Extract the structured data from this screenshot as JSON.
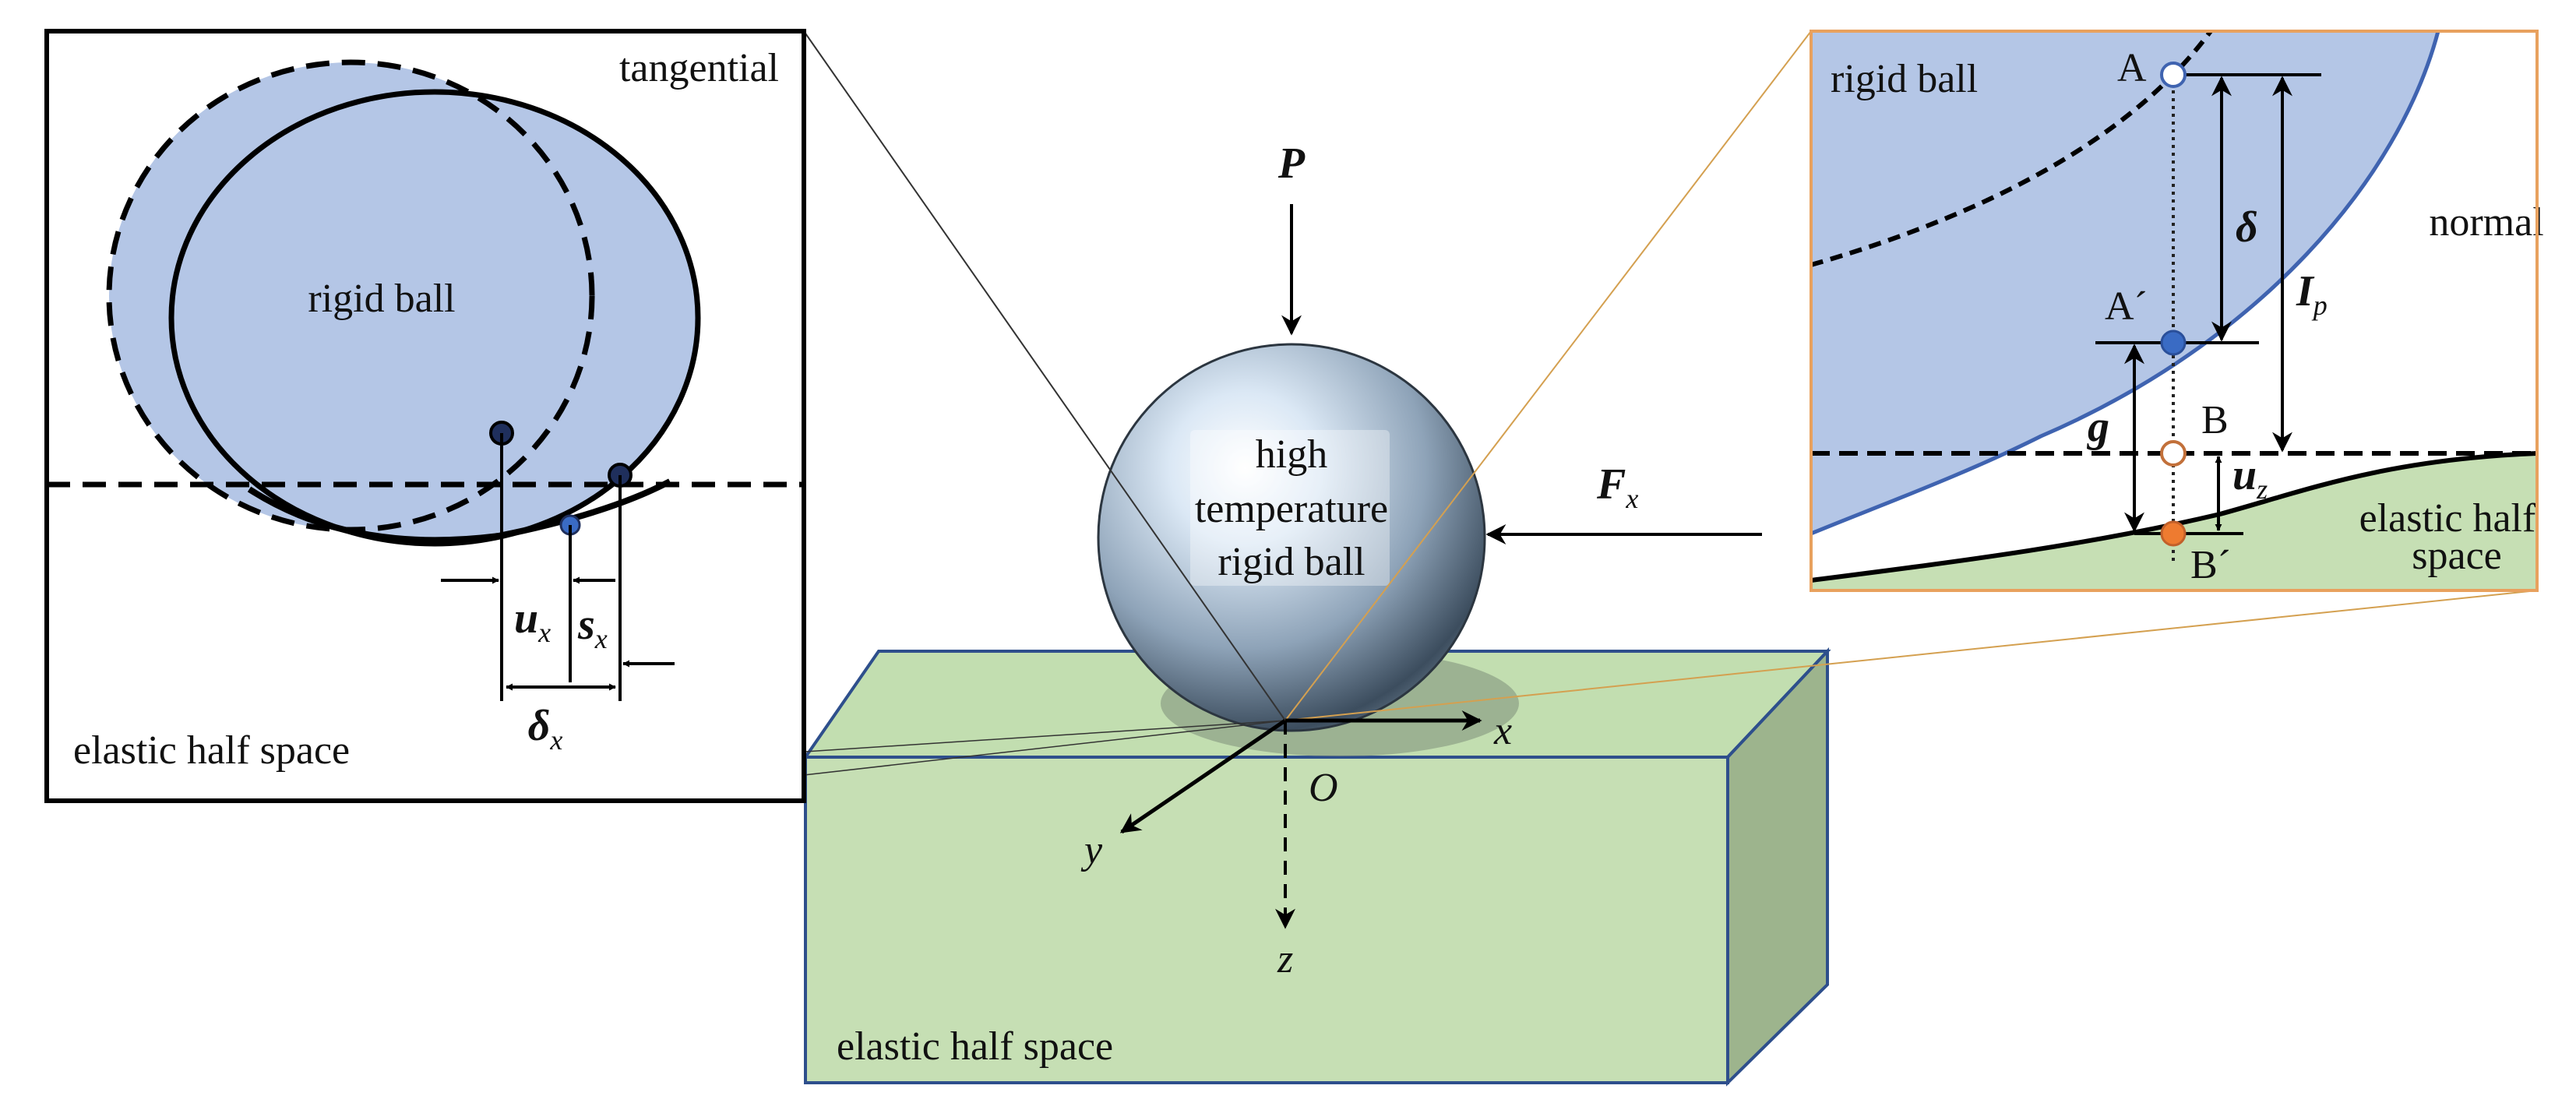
{
  "center": {
    "ball_label": [
      "high",
      "temperature",
      "rigid ball"
    ],
    "load_P": "P",
    "force_F": "F",
    "force_F_sub": "x",
    "axis_x": "x",
    "axis_y": "y",
    "axis_z": "z",
    "origin": "O",
    "block_label": "elastic half space"
  },
  "tangential_inset": {
    "title": "tangential",
    "ball_label": "rigid ball",
    "base_label": "elastic half space",
    "u": "u",
    "u_sub": "x",
    "s": "s",
    "s_sub": "x",
    "delta": "δ",
    "delta_sub": "x"
  },
  "normal_inset": {
    "title": "normal",
    "ball_label": "rigid ball",
    "base_label_1": "elastic half",
    "base_label_2": "space",
    "point_A": "A",
    "point_A_prime": "A´",
    "point_B": "B",
    "point_B_prime": "B´",
    "delta": "δ",
    "I": "I",
    "I_sub": "p",
    "g": "g",
    "u": "u",
    "u_sub": "z"
  },
  "colors": {
    "ball_fill": "#b4c6e6",
    "ball_edge": "#3f63b0",
    "half_space_fill": "#c6dfb4",
    "half_space_side": "#9db48d",
    "block_edge": "#2e4f8c",
    "point_blue": "#3a6bc4",
    "point_orange": "#ee7b30",
    "inset_border_orange": "#e8a15e"
  }
}
